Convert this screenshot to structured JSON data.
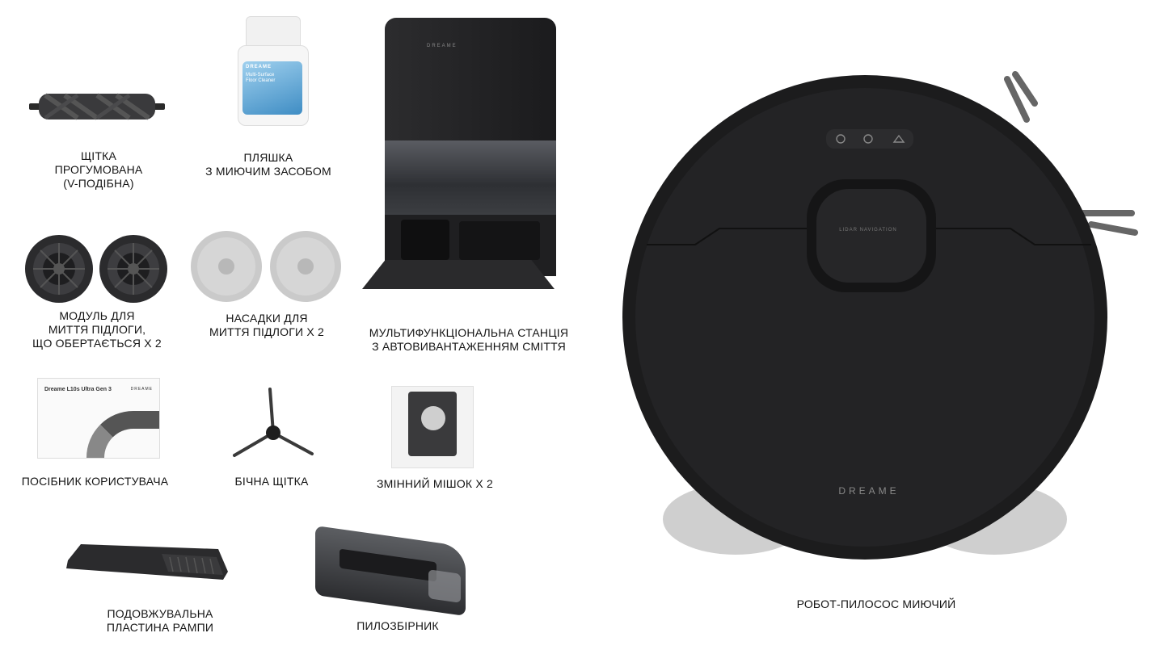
{
  "items": {
    "roller_brush": {
      "label": "Щітка\nпрогумована\n(V-подібна)"
    },
    "cleaner_bottle": {
      "label": "Пляшка\nз миючим засобом",
      "brand": "DREAME",
      "product": "Multi-Surface\nFloor Cleaner"
    },
    "base_station": {
      "label": "Мультифункціональна станція\nз автовивантаженням сміття",
      "brand": "DREAME"
    },
    "mop_modules": {
      "label": "Модуль для\nмиття підлоги,\nщо обертається х 2"
    },
    "mop_pads": {
      "label": "Насадки для\nмиття підлоги х 2"
    },
    "manual": {
      "label": "Посібник користувача",
      "title": "Dreame L10s Ultra Gen 3",
      "brand": "DREAME"
    },
    "side_brush": {
      "label": "Бічна щітка"
    },
    "dust_bag": {
      "label": "Змінний мішок х 2"
    },
    "ramp": {
      "label": "Подовжувальна\nпластина рампи"
    },
    "dustbin": {
      "label": "Пилозбірник"
    },
    "robot": {
      "label": "Робот-пилосос миючий",
      "brand": "DREAME",
      "lidar_text": "LIDAR NAVIGATION"
    }
  },
  "colors": {
    "robot_body": "#1c1c1d",
    "station_body": "#232325",
    "bottle_label": "#5aa8d8",
    "mop_pad": "#c8c8c8"
  }
}
